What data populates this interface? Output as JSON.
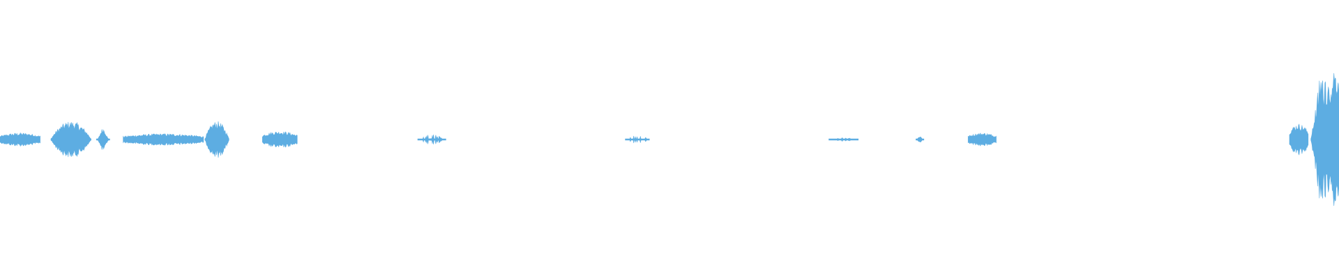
{
  "waveform": {
    "color": "#5dade2",
    "segments": [
      {
        "start": 0.0,
        "end": 0.03,
        "peak": 0.08,
        "shape": "dense"
      },
      {
        "start": 0.038,
        "end": 0.068,
        "peak": 0.22,
        "shape": "swell"
      },
      {
        "start": 0.072,
        "end": 0.082,
        "peak": 0.14,
        "shape": "spike"
      },
      {
        "start": 0.092,
        "end": 0.152,
        "peak": 0.07,
        "shape": "dense"
      },
      {
        "start": 0.153,
        "end": 0.171,
        "peak": 0.22,
        "shape": "swell"
      },
      {
        "start": 0.196,
        "end": 0.222,
        "peak": 0.1,
        "shape": "dense"
      },
      {
        "start": 0.312,
        "end": 0.333,
        "peak": 0.06,
        "shape": "sparse"
      },
      {
        "start": 0.467,
        "end": 0.485,
        "peak": 0.05,
        "shape": "sparse"
      },
      {
        "start": 0.619,
        "end": 0.641,
        "peak": 0.02,
        "shape": "sparse"
      },
      {
        "start": 0.684,
        "end": 0.69,
        "peak": 0.04,
        "shape": "spike"
      },
      {
        "start": 0.723,
        "end": 0.744,
        "peak": 0.08,
        "shape": "dense"
      },
      {
        "start": 0.963,
        "end": 0.977,
        "peak": 0.19,
        "shape": "dense"
      },
      {
        "start": 0.979,
        "end": 1.0,
        "peak": 0.85,
        "shape": "burst"
      }
    ]
  }
}
